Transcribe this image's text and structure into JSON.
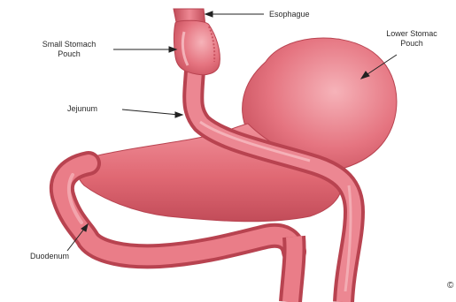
{
  "labels": {
    "esophagus": "Esophague",
    "small_pouch_line1": "Small Stomach",
    "small_pouch_line2": "Pouch",
    "lower_stomach_line1": "Lower Stomac",
    "lower_stomach_line2": "Pouch",
    "jejunum": "Jejunum",
    "duodenum": "Duodenum",
    "corner_mark": "©"
  },
  "colors": {
    "tissue": "#e06873",
    "tissue_dark": "#b84350",
    "tissue_light": "#f3a6ad",
    "leader": "#222222"
  }
}
